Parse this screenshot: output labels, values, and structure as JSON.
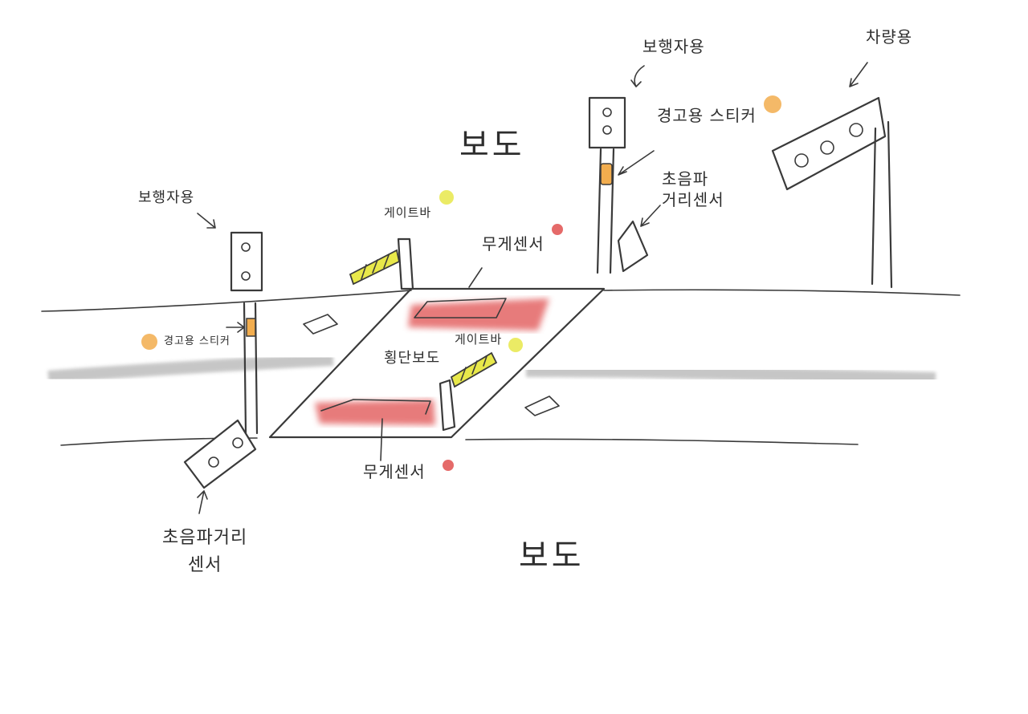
{
  "labels": {
    "sidewalk_top": "보도",
    "sidewalk_bottom": "보도",
    "crosswalk": "횡단보도",
    "pedestrian_signal_left": "보행자용",
    "pedestrian_signal_right": "보행자용",
    "vehicle_signal": "차량용",
    "warning_sticker_left": "경고용 스티커",
    "warning_sticker_right": "경고용 스티커",
    "gate_bar_top": "게이트바",
    "gate_bar_mid": "게이트바",
    "weight_sensor_top": "무게센서",
    "weight_sensor_bottom": "무게센서",
    "ultrasonic_sensor_right": "초음파\n거리센서",
    "ultrasonic_sensor_left": "초음파거리\n센서"
  },
  "colors": {
    "ink": "#3a3a3a",
    "weight_sensor": "#e0504f",
    "gate_bar": "#e8e84a",
    "warning_sticker": "#f2ad4e",
    "lane_marking": "#bdbdbd"
  },
  "icons": {
    "weight_sensor_dot": "red-dot",
    "gate_bar_dot": "yellow-dot",
    "warning_sticker_dot": "orange-dot"
  }
}
